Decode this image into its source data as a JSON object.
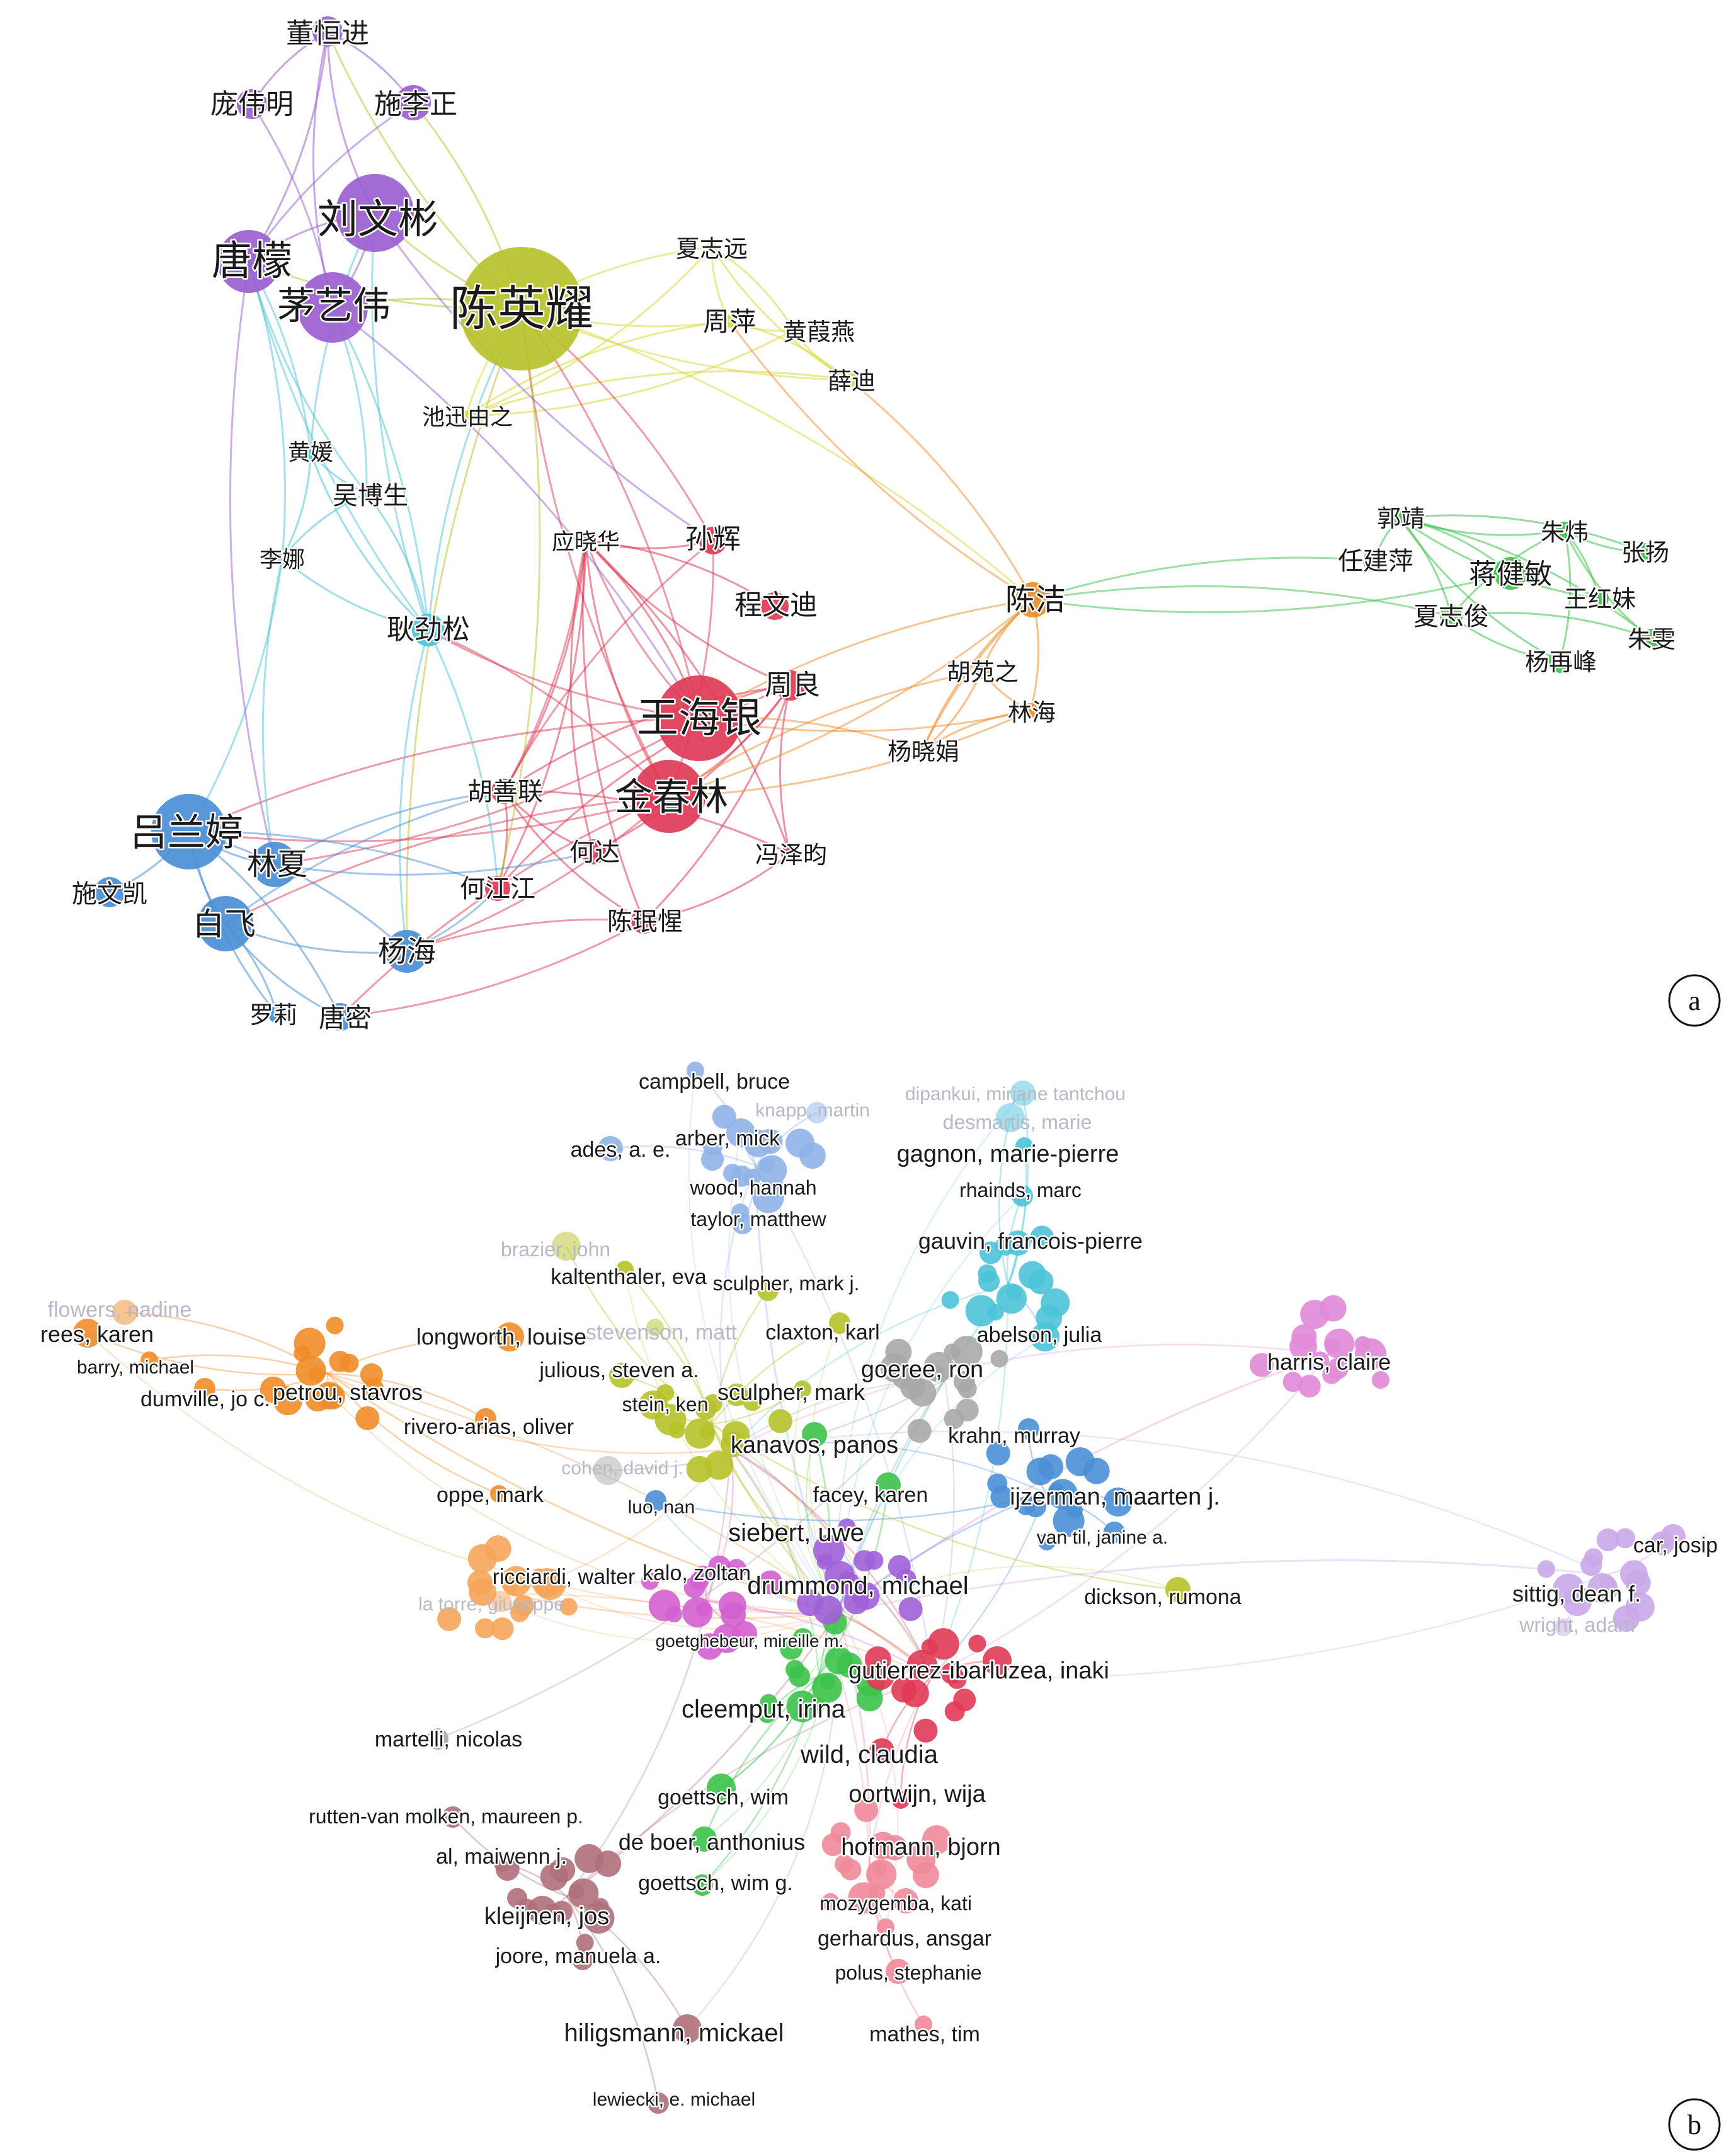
{
  "panel_a": {
    "label": "a",
    "nodes": [
      {
        "id": "董恒进",
        "c": "purple",
        "r": 24,
        "fs": 44
      },
      {
        "id": "庞伟明",
        "c": "purple",
        "r": 24,
        "fs": 44
      },
      {
        "id": "施李正",
        "c": "purple",
        "r": 28,
        "fs": 44
      },
      {
        "id": "刘文彬",
        "c": "purple",
        "r": 62,
        "fs": 64
      },
      {
        "id": "唐檬",
        "c": "purple",
        "r": 50,
        "fs": 64
      },
      {
        "id": "茅艺伟",
        "c": "purple",
        "r": 56,
        "fs": 60
      },
      {
        "id": "陈英耀",
        "c": "olive",
        "r": 98,
        "fs": 76
      },
      {
        "id": "夏志远",
        "c": "yellow",
        "r": 8,
        "fs": 38
      },
      {
        "id": "周萍",
        "c": "yellow",
        "r": 10,
        "fs": 42
      },
      {
        "id": "黄葭燕",
        "c": "yellow",
        "r": 8,
        "fs": 38
      },
      {
        "id": "薛迪",
        "c": "yellow",
        "r": 12,
        "fs": 38
      },
      {
        "id": "池迅由之",
        "c": "yellow",
        "r": 8,
        "fs": 36
      },
      {
        "id": "黄媛",
        "c": "cyan",
        "r": 10,
        "fs": 36
      },
      {
        "id": "吴博生",
        "c": "cyan",
        "r": 10,
        "fs": 40
      },
      {
        "id": "李娜",
        "c": "cyan",
        "r": 10,
        "fs": 36
      },
      {
        "id": "耿劲松",
        "c": "cyan",
        "r": 26,
        "fs": 44
      },
      {
        "id": "应晓华",
        "c": "red",
        "r": 6,
        "fs": 36
      },
      {
        "id": "孙辉",
        "c": "red",
        "r": 22,
        "fs": 44
      },
      {
        "id": "程文迪",
        "c": "red",
        "r": 22,
        "fs": 44
      },
      {
        "id": "周良",
        "c": "red",
        "r": 24,
        "fs": 44
      },
      {
        "id": "王海银",
        "c": "red",
        "r": 68,
        "fs": 66
      },
      {
        "id": "金春林",
        "c": "red",
        "r": 58,
        "fs": 60
      },
      {
        "id": "胡善联",
        "c": "red",
        "r": 20,
        "fs": 40
      },
      {
        "id": "何达",
        "c": "red",
        "r": 20,
        "fs": 40
      },
      {
        "id": "何江江",
        "c": "red",
        "r": 20,
        "fs": 40
      },
      {
        "id": "陈珉惺",
        "c": "red",
        "r": 20,
        "fs": 40
      },
      {
        "id": "冯泽昀",
        "c": "red",
        "r": 14,
        "fs": 38
      },
      {
        "id": "陈洁",
        "c": "orange",
        "r": 28,
        "fs": 48
      },
      {
        "id": "胡苑之",
        "c": "orange",
        "r": 12,
        "fs": 38
      },
      {
        "id": "林海",
        "c": "orange",
        "r": 12,
        "fs": 38
      },
      {
        "id": "杨晓娟",
        "c": "orange",
        "r": 14,
        "fs": 38
      },
      {
        "id": "郭靖",
        "c": "green",
        "r": 12,
        "fs": 38
      },
      {
        "id": "任建萍",
        "c": "green",
        "r": 18,
        "fs": 40
      },
      {
        "id": "蒋健敏",
        "c": "green",
        "r": 26,
        "fs": 44
      },
      {
        "id": "朱炜",
        "c": "green",
        "r": 14,
        "fs": 38
      },
      {
        "id": "张扬",
        "c": "green",
        "r": 14,
        "fs": 38
      },
      {
        "id": "王红妹",
        "c": "green",
        "r": 16,
        "fs": 38
      },
      {
        "id": "夏志俊",
        "c": "green",
        "r": 18,
        "fs": 40
      },
      {
        "id": "杨再峰",
        "c": "green",
        "r": 18,
        "fs": 38
      },
      {
        "id": "朱雯",
        "c": "green",
        "r": 16,
        "fs": 38
      },
      {
        "id": "吕兰婷",
        "c": "blue",
        "r": 60,
        "fs": 60
      },
      {
        "id": "林夏",
        "c": "blue",
        "r": 36,
        "fs": 48
      },
      {
        "id": "施文凯",
        "c": "blue",
        "r": 24,
        "fs": 40
      },
      {
        "id": "白飞",
        "c": "blue",
        "r": 44,
        "fs": 50
      },
      {
        "id": "杨海",
        "c": "blue",
        "r": 34,
        "fs": 46
      },
      {
        "id": "罗莉",
        "c": "blue",
        "r": 14,
        "fs": 38
      },
      {
        "id": "唐密",
        "c": "blue",
        "r": 22,
        "fs": 42
      }
    ]
  },
  "panel_b": {
    "label": "b",
    "labels": [
      {
        "t": "campbell, bruce",
        "c": "ltblue"
      },
      {
        "t": "knapp, martin",
        "c": "ltblue",
        "faint": true
      },
      {
        "t": "ades, a. e.",
        "c": "ltblue"
      },
      {
        "t": "arber, mick",
        "c": "ltblue"
      },
      {
        "t": "wood, hannah",
        "c": "ltblue"
      },
      {
        "t": "taylor, matthew",
        "c": "ltblue"
      },
      {
        "t": "dipankui, mirjane tantchou",
        "c": "cyan",
        "faint": true
      },
      {
        "t": "desmartis, marie",
        "c": "cyan",
        "faint": true
      },
      {
        "t": "gagnon, marie-pierre",
        "c": "cyan"
      },
      {
        "t": "rhainds, marc",
        "c": "cyan"
      },
      {
        "t": "gauvin, francois-pierre",
        "c": "cyan"
      },
      {
        "t": "brazier, john",
        "c": "olive",
        "faint": true
      },
      {
        "t": "kaltenthaler, eva",
        "c": "olive"
      },
      {
        "t": "sculpher, mark j.",
        "c": "olive"
      },
      {
        "t": "flowers, nadine",
        "c": "orange",
        "faint": true
      },
      {
        "t": "rees, karen",
        "c": "orange"
      },
      {
        "t": "barry, michael",
        "c": "orange"
      },
      {
        "t": "dumville, jo c.",
        "c": "orange"
      },
      {
        "t": "petrou, stavros",
        "c": "orange"
      },
      {
        "t": "longworth, louise",
        "c": "orange"
      },
      {
        "t": "stevenson, matt",
        "c": "olive",
        "faint": true
      },
      {
        "t": "claxton, karl",
        "c": "olive"
      },
      {
        "t": "julious, steven a.",
        "c": "olive"
      },
      {
        "t": "stein, ken",
        "c": "olive"
      },
      {
        "t": "sculpher, mark",
        "c": "olive"
      },
      {
        "t": "rivero-arias, oliver",
        "c": "orange"
      },
      {
        "t": "goeree, ron",
        "c": "gray"
      },
      {
        "t": "abelson, julia",
        "c": "cyan"
      },
      {
        "t": "harris, claire",
        "c": "pink"
      },
      {
        "t": "krahn, murray",
        "c": "blue"
      },
      {
        "t": "kanavos, panos",
        "c": "green"
      },
      {
        "t": "cohen, david j.",
        "c": "gray",
        "faint": true
      },
      {
        "t": "oppe, mark",
        "c": "orange"
      },
      {
        "t": "luo, nan",
        "c": "blue"
      },
      {
        "t": "facey, karen",
        "c": "green"
      },
      {
        "t": "ijzerman, maarten j.",
        "c": "blue"
      },
      {
        "t": "siebert, uwe",
        "c": "olive"
      },
      {
        "t": "van til, janine a.",
        "c": "blue"
      },
      {
        "t": "car, josip",
        "c": "lavender"
      },
      {
        "t": "ricciardi, walter",
        "c": "ltorange"
      },
      {
        "t": "kalo, zoltan",
        "c": "magenta"
      },
      {
        "t": "drummond, michael",
        "c": "violet"
      },
      {
        "t": "dickson, rumona",
        "c": "olive"
      },
      {
        "t": "sittig, dean f.",
        "c": "lavender"
      },
      {
        "t": "wright, adam",
        "c": "lavender",
        "faint": true
      },
      {
        "t": "la torre, giuseppe",
        "c": "ltorange",
        "faint": true
      },
      {
        "t": "goetghebeur, mireille m.",
        "c": "magenta"
      },
      {
        "t": "gutierrez-ibarluzea, inaki",
        "c": "red"
      },
      {
        "t": "cleemput, irina",
        "c": "green"
      },
      {
        "t": "martelli, nicolas",
        "c": "gray"
      },
      {
        "t": "wild, claudia",
        "c": "red"
      },
      {
        "t": "goettsch, wim",
        "c": "green"
      },
      {
        "t": "oortwijn, wija",
        "c": "red"
      },
      {
        "t": "rutten-van molken, maureen p.",
        "c": "mauve"
      },
      {
        "t": "de boer, anthonius",
        "c": "green"
      },
      {
        "t": "hofmann, bjorn",
        "c": "pinkred"
      },
      {
        "t": "al, maiwenn j.",
        "c": "mauve"
      },
      {
        "t": "goettsch, wim g.",
        "c": "green"
      },
      {
        "t": "mozygemba, kati",
        "c": "pinkred"
      },
      {
        "t": "kleijnen, jos",
        "c": "mauve"
      },
      {
        "t": "gerhardus, ansgar",
        "c": "pinkred"
      },
      {
        "t": "joore, manuela a.",
        "c": "mauve"
      },
      {
        "t": "polus, stephanie",
        "c": "pinkred"
      },
      {
        "t": "hiligsmann, mickael",
        "c": "mauve"
      },
      {
        "t": "mathes, tim",
        "c": "pinkred"
      },
      {
        "t": "lewiecki, e. michael",
        "c": "mauve"
      }
    ]
  },
  "palette": {
    "purple": "#9b5fd0",
    "olive": "#b7c22a",
    "yellow": "#d8d83a",
    "cyan": "#4cc3d9",
    "red": "#e03a55",
    "orange": "#f08c28",
    "green": "#3cc24a",
    "blue": "#4a8fd6",
    "ltblue": "#8fb2e8",
    "gray": "#a9a9a9",
    "pink": "#e08ad8",
    "magenta": "#d45fd0",
    "violet": "#a060d8",
    "ltorange": "#f5a55a",
    "mauve": "#b0707a",
    "pinkred": "#f08a9a",
    "lavender": "#c9a8e8"
  }
}
